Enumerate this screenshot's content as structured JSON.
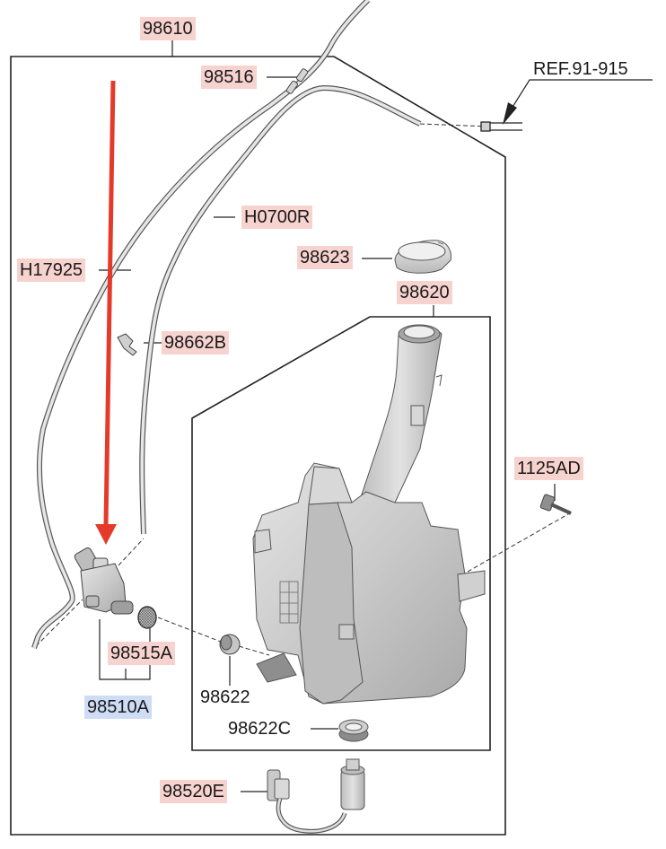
{
  "diagram": {
    "labels": {
      "p98610": "98610",
      "p98516": "98516",
      "ref": "REF.91-915",
      "h0700r": "H0700R",
      "h17925": "H17925",
      "p98623": "98623",
      "p98620": "98620",
      "p98662b": "98662B",
      "p1125ad": "1125AD",
      "p98515a": "98515A",
      "p98622": "98622",
      "p98510a": "98510A",
      "p98622c": "98622C",
      "p98520e": "98520E"
    },
    "colors": {
      "highlight_pink": "#f7d3cf",
      "highlight_blue": "#cfdcf5",
      "arrow_red": "#e53a2a",
      "line": "#222222",
      "part_fill": "#cfcfcf",
      "part_stroke": "#555555"
    }
  }
}
